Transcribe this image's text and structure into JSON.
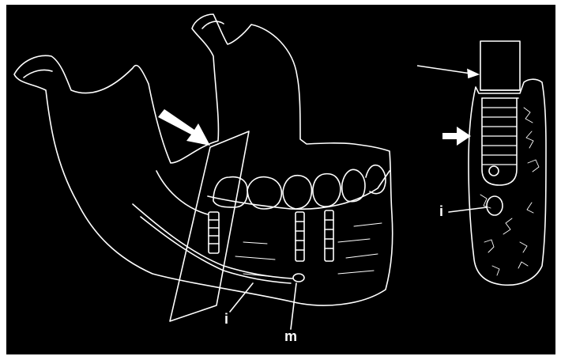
{
  "figure": {
    "background": "#000000",
    "line_color": "#ffffff",
    "panels": [
      {
        "name": "mandible-overview",
        "labels": {
          "inferior_alveolar_canal": "i",
          "mental_foramen": "m"
        }
      },
      {
        "name": "cross-section",
        "labels": {
          "inferior_alveolar_canal": "i"
        }
      }
    ],
    "icons": [
      "bold-arrow-icon",
      "thin-arrow-icon"
    ]
  }
}
